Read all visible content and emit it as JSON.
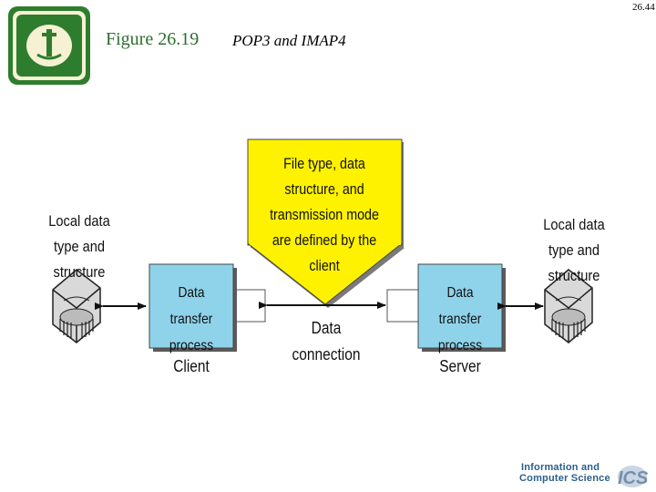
{
  "slide": {
    "figure_label": "Figure 26.19",
    "figure_title": "POP3 and IMAP4",
    "slide_number": "26.44"
  },
  "diagram": {
    "callout": "File type, data structure, and transmission mode are defined by the client",
    "local_left": "Local data type and structure",
    "local_right": "Local data type and structure",
    "client_box": "Data transfer process",
    "server_box": "Data transfer process",
    "client_label": "Client",
    "server_label": "Server",
    "data_connection": "Data connection"
  },
  "footer": {
    "line1": "Information and",
    "line2": "Computer Science",
    "mark": "ICS"
  },
  "colors": {
    "box_fill": "#8fd3ea",
    "callout_fill": "#fff200",
    "figure_label": "#2e6d2e"
  }
}
